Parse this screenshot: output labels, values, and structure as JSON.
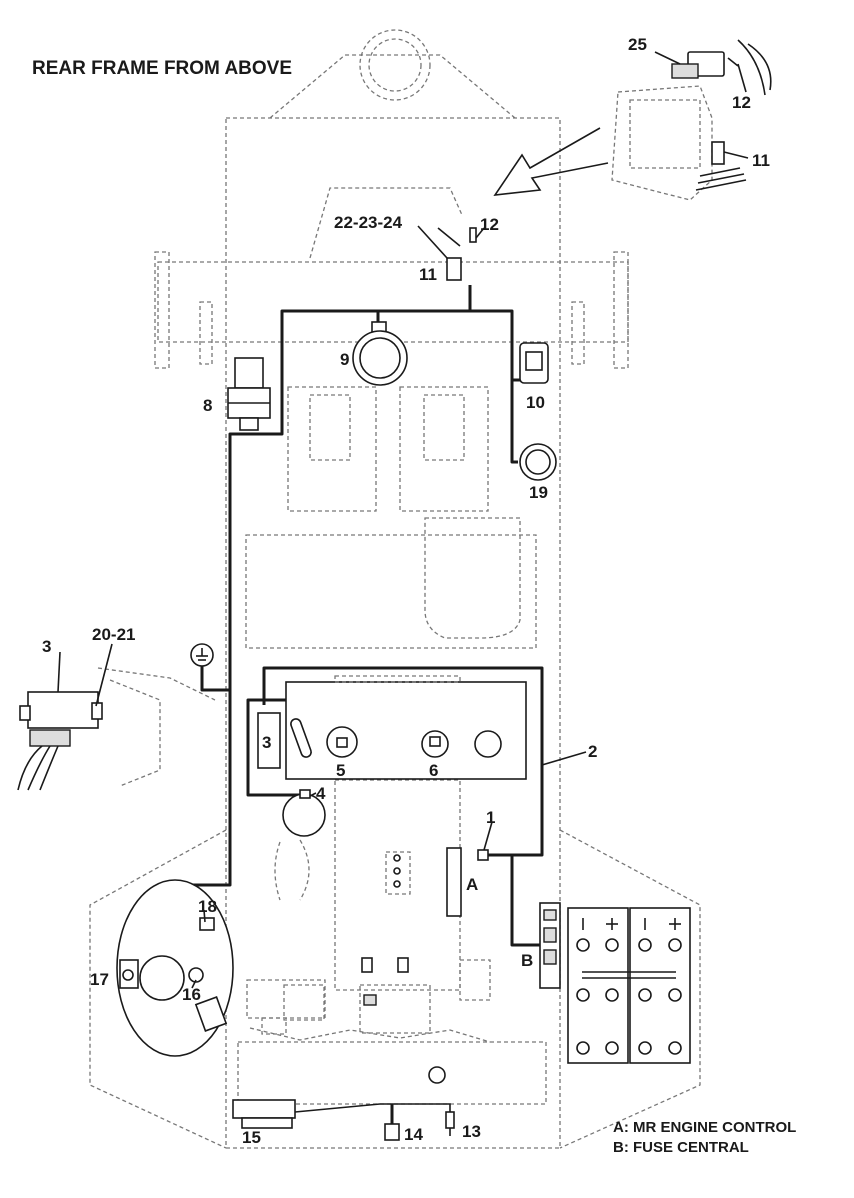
{
  "title": "REAR FRAME FROM ABOVE",
  "callouts": {
    "c1": "1",
    "c2": "2",
    "c3": "3",
    "c3b": "3",
    "c4": "4",
    "c5": "5",
    "c6": "6",
    "c8": "8",
    "c9": "9",
    "c10": "10",
    "c11": "11",
    "c11b": "11",
    "c12": "12",
    "c12b": "12",
    "c13": "13",
    "c14": "14",
    "c15": "15",
    "c16": "16",
    "c17": "17",
    "c18": "18",
    "c19": "19",
    "c20_21": "20-21",
    "c22_23_24": "22-23-24",
    "c25": "25",
    "cA": "A",
    "cB": "B"
  },
  "legend": {
    "a": "A: MR ENGINE CONTROL",
    "b": "B: FUSE CENTRAL"
  }
}
